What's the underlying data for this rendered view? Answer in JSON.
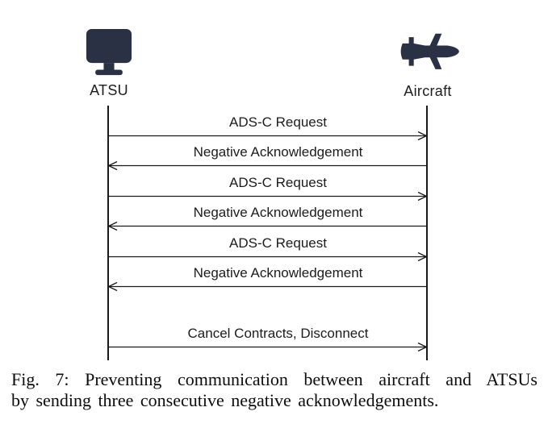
{
  "diagram": {
    "actors": [
      {
        "name": "ATSU",
        "icon": "monitor-icon"
      },
      {
        "name": "Aircraft",
        "icon": "airplane-icon"
      }
    ],
    "messages": [
      {
        "label": "ADS-C Request",
        "direction": "right"
      },
      {
        "label": "Negative Acknowledgement",
        "direction": "left"
      },
      {
        "label": "ADS-C Request",
        "direction": "right"
      },
      {
        "label": "Negative Acknowledgement",
        "direction": "left"
      },
      {
        "label": "ADS-C Request",
        "direction": "right"
      },
      {
        "label": "Negative Acknowledgement",
        "direction": "left"
      },
      {
        "label": "Cancel Contracts, Disconnect",
        "direction": "right",
        "gap_before": true
      }
    ],
    "icon_color": "#2b3144",
    "line_color": "#1a1a1a"
  },
  "caption": {
    "figure_label": "Fig. 7:",
    "line1": "Fig. 7: Preventing communication between aircraft and ATSUs",
    "line2": "by sending three consecutive negative acknowledgements."
  }
}
